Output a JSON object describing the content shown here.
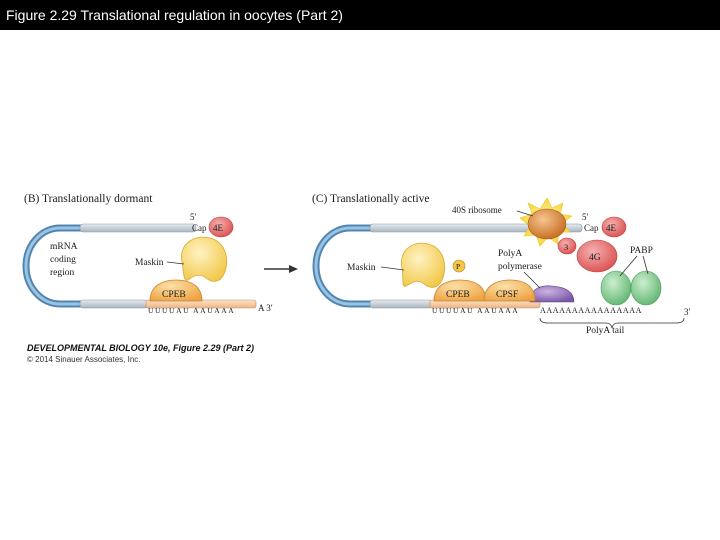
{
  "title": "Figure 2.29 Translational regulation in oocytes (Part 2)",
  "panel_b": {
    "heading": "(B)  Translationally dormant",
    "five_prime": "5′",
    "cap": "Cap",
    "factor_4e": "4E",
    "mrna_line1": "mRNA",
    "mrna_line2": "coding",
    "mrna_line3": "region",
    "maskin": "Maskin",
    "cpeb": "CPEB",
    "sequence": "UUUUAU  AAUAAA",
    "three_prime": "A 3′"
  },
  "panel_c": {
    "heading": "(C)  Translationally active",
    "ribosome": "40S ribosome",
    "five_prime": "5′",
    "cap": "Cap",
    "factor_4e": "4E",
    "factor_3": "3",
    "factor_4g": "4G",
    "pabp": "PABP",
    "polya_line1": "PolyA",
    "polya_line2": "polymerase",
    "maskin": "Maskin",
    "phospho": "P",
    "cpeb": "CPEB",
    "cpsf": "CPSF",
    "sequence": "UUUUAU  AAUAAA",
    "tail_seq": "AAAAAAAAAAAAAAAA",
    "three_prime": "3′",
    "tail_label": "PolyA tail"
  },
  "credit": {
    "line1": "DEVELOPMENTAL BIOLOGY 10e, Figure 2.29 (Part 2)",
    "line2": "© 2014 Sinauer Associates, Inc."
  },
  "colors": {
    "mrna_tube": "#6a9cc4",
    "mrna_bar": "#b8c3cc",
    "sequence_bar": "#f2c9a0",
    "factor_4e": "#e2696a",
    "maskin": "#f6d36a",
    "cpeb": "#f2b85a",
    "polya_polymerase": "#8b6ab0",
    "pabp": "#79c48a",
    "ribosome": "#e08a3a"
  }
}
